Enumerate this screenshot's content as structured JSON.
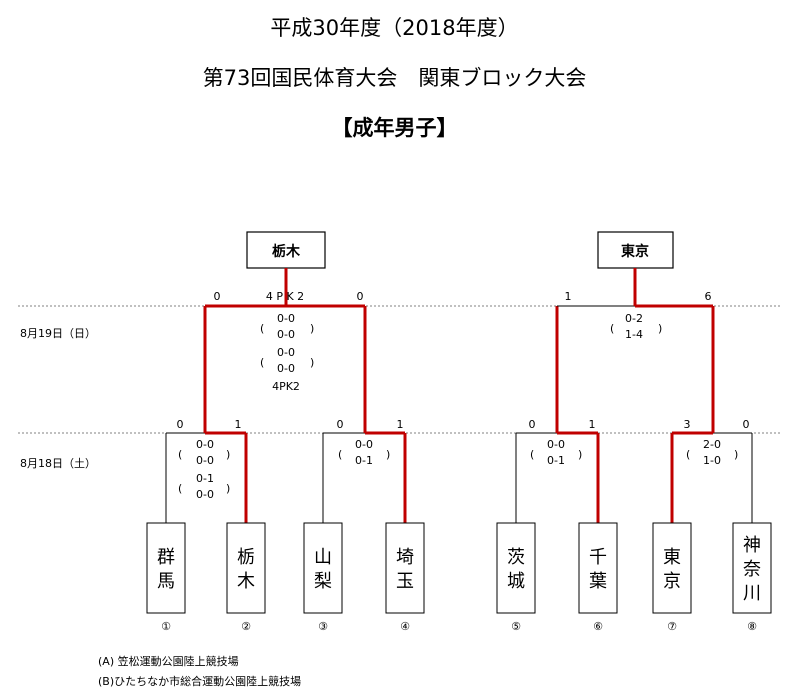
{
  "header": {
    "line1": "平成30年度（2018年度）",
    "line2": "第73回国民体育大会　関東ブロック大会",
    "line3": "【成年男子】"
  },
  "dates": {
    "round2": "8月19日（日）",
    "round1": "8月18日（土）"
  },
  "teams": [
    {
      "name": "群馬",
      "num": "①"
    },
    {
      "name": "栃木",
      "num": "②"
    },
    {
      "name": "山梨",
      "num": "③"
    },
    {
      "name": "埼玉",
      "num": "④"
    },
    {
      "name": "茨城",
      "num": "⑤"
    },
    {
      "name": "千葉",
      "num": "⑥"
    },
    {
      "name": "東京",
      "num": "⑦"
    },
    {
      "name": "神奈川",
      "num": "⑧"
    }
  ],
  "round1": [
    {
      "left_score": "0",
      "right_score": "1",
      "details": [
        [
          "0-0",
          "0-0"
        ],
        [
          "0-1",
          "0-0"
        ]
      ]
    },
    {
      "left_score": "0",
      "right_score": "1",
      "details": [
        [
          "0-0",
          "0-1"
        ]
      ]
    },
    {
      "left_score": "0",
      "right_score": "1",
      "details": [
        [
          "0-0",
          "0-1"
        ]
      ]
    },
    {
      "left_score": "3",
      "right_score": "0",
      "details": [
        [
          "2-0",
          "1-0"
        ]
      ]
    }
  ],
  "round2": [
    {
      "left_score": "0",
      "right_score": "0",
      "pk_label": "4 P K 2",
      "details": [
        [
          "0-0",
          "0-0"
        ],
        [
          "0-0",
          "0-0"
        ]
      ],
      "pk_note": "4PK2"
    },
    {
      "left_score": "1",
      "right_score": "6",
      "details": [
        [
          "0-2",
          "1-4"
        ]
      ]
    }
  ],
  "winners": [
    "栃木",
    "東京"
  ],
  "venues": [
    "(A) 笠松運動公園陸上競技場",
    "(B)ひたちなか市総合運動公園陸上競技場"
  ],
  "colors": {
    "win_line": "#c00000",
    "line": "#000000",
    "dotted": "#808080"
  }
}
